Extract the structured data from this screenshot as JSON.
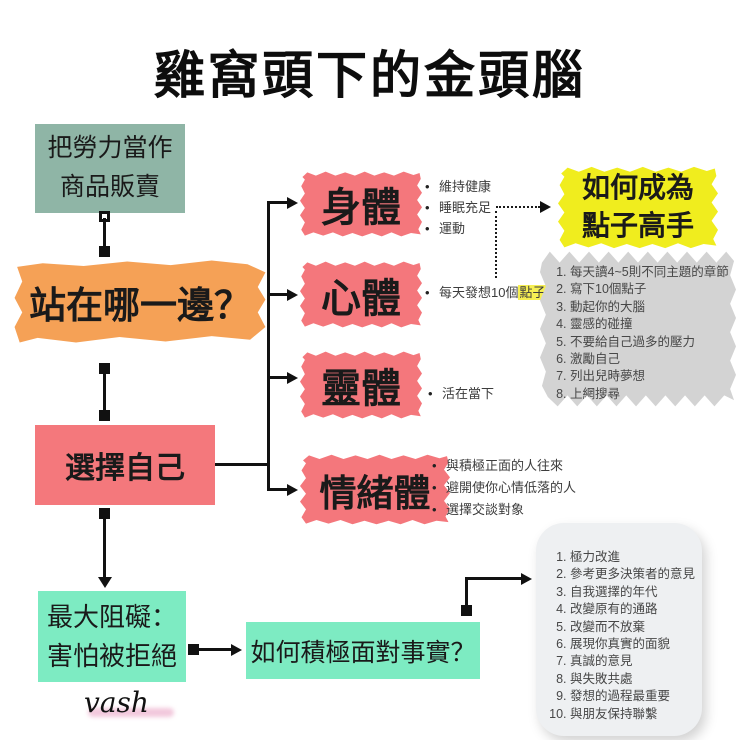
{
  "title": "雞窩頭下的金頭腦",
  "signature": "vash",
  "colors": {
    "teal": "#8FB5A6",
    "orange": "#F5A156",
    "salmon": "#F4777C",
    "yellow": "#F0ED1E",
    "mint": "#7DEBC2",
    "gray_panel": "#D3D3D3",
    "light_panel": "#EEF0F2",
    "highlight": "#F6EF53"
  },
  "nodes": {
    "labor": {
      "line1": "把勞力當作",
      "line2": "商品販賣"
    },
    "stance": {
      "label": "站在哪一邊？"
    },
    "choose": {
      "label": "選擇自己"
    },
    "body": {
      "label": "身體"
    },
    "mind": {
      "label": "心體"
    },
    "spirit": {
      "label": "靈體"
    },
    "emotion": {
      "label": "情緒體"
    },
    "idea_master": {
      "line1": "如何成為",
      "line2": "點子高手"
    },
    "obstacle": {
      "line1": "最大阻礙：",
      "line2": "害怕被拒絕"
    },
    "reality": {
      "label": "如何積極面對事實？"
    }
  },
  "bullets": {
    "body": [
      "維持健康",
      "睡眠充足",
      "運動"
    ],
    "mind_prefix": "每天發想10個",
    "mind_highlight": "點子",
    "spirit": [
      "活在當下"
    ],
    "emotion": [
      "與積極正面的人往來",
      "避開使你心情低落的人",
      "選擇交談對象"
    ]
  },
  "lists": {
    "ideas": [
      "每天讀4~5則不同主題的章節",
      "寫下10個點子",
      "動起你的大腦",
      "靈感的碰撞",
      "不要給自己過多的壓力",
      "激勵自己",
      "列出兒時夢想",
      "上網搜尋"
    ],
    "reality": [
      "極力改進",
      "參考更多決策者的意見",
      "自我選擇的年代",
      "改變原有的通路",
      "改變而不放棄",
      "展現你真實的面貌",
      "真誠的意見",
      "與失敗共處",
      "發想的過程最重要",
      "與朋友保持聯繫"
    ]
  }
}
